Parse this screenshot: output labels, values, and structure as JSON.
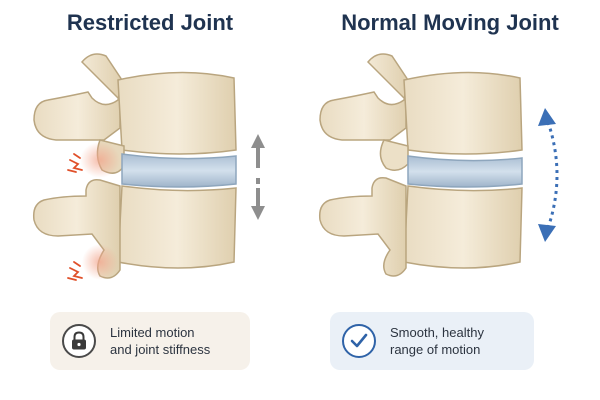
{
  "titles": {
    "left": "Restricted Joint",
    "right": "Normal Moving Joint"
  },
  "cards": {
    "left": {
      "line1": "Limited motion",
      "line2": "and joint stiffness",
      "icon": "lock-icon"
    },
    "right": {
      "line1": "Smooth, healthy",
      "line2": "range of motion",
      "icon": "checkmark-icon"
    }
  },
  "colors": {
    "title": "#1f3350",
    "bone": "#efe3cc",
    "bone_outline": "#b9a57f",
    "disc": "#b7c9da",
    "restricted_arrow": "#8e8e8e",
    "motion_arrow": "#3b6fb6",
    "pain_mark": "#e0502a"
  }
}
